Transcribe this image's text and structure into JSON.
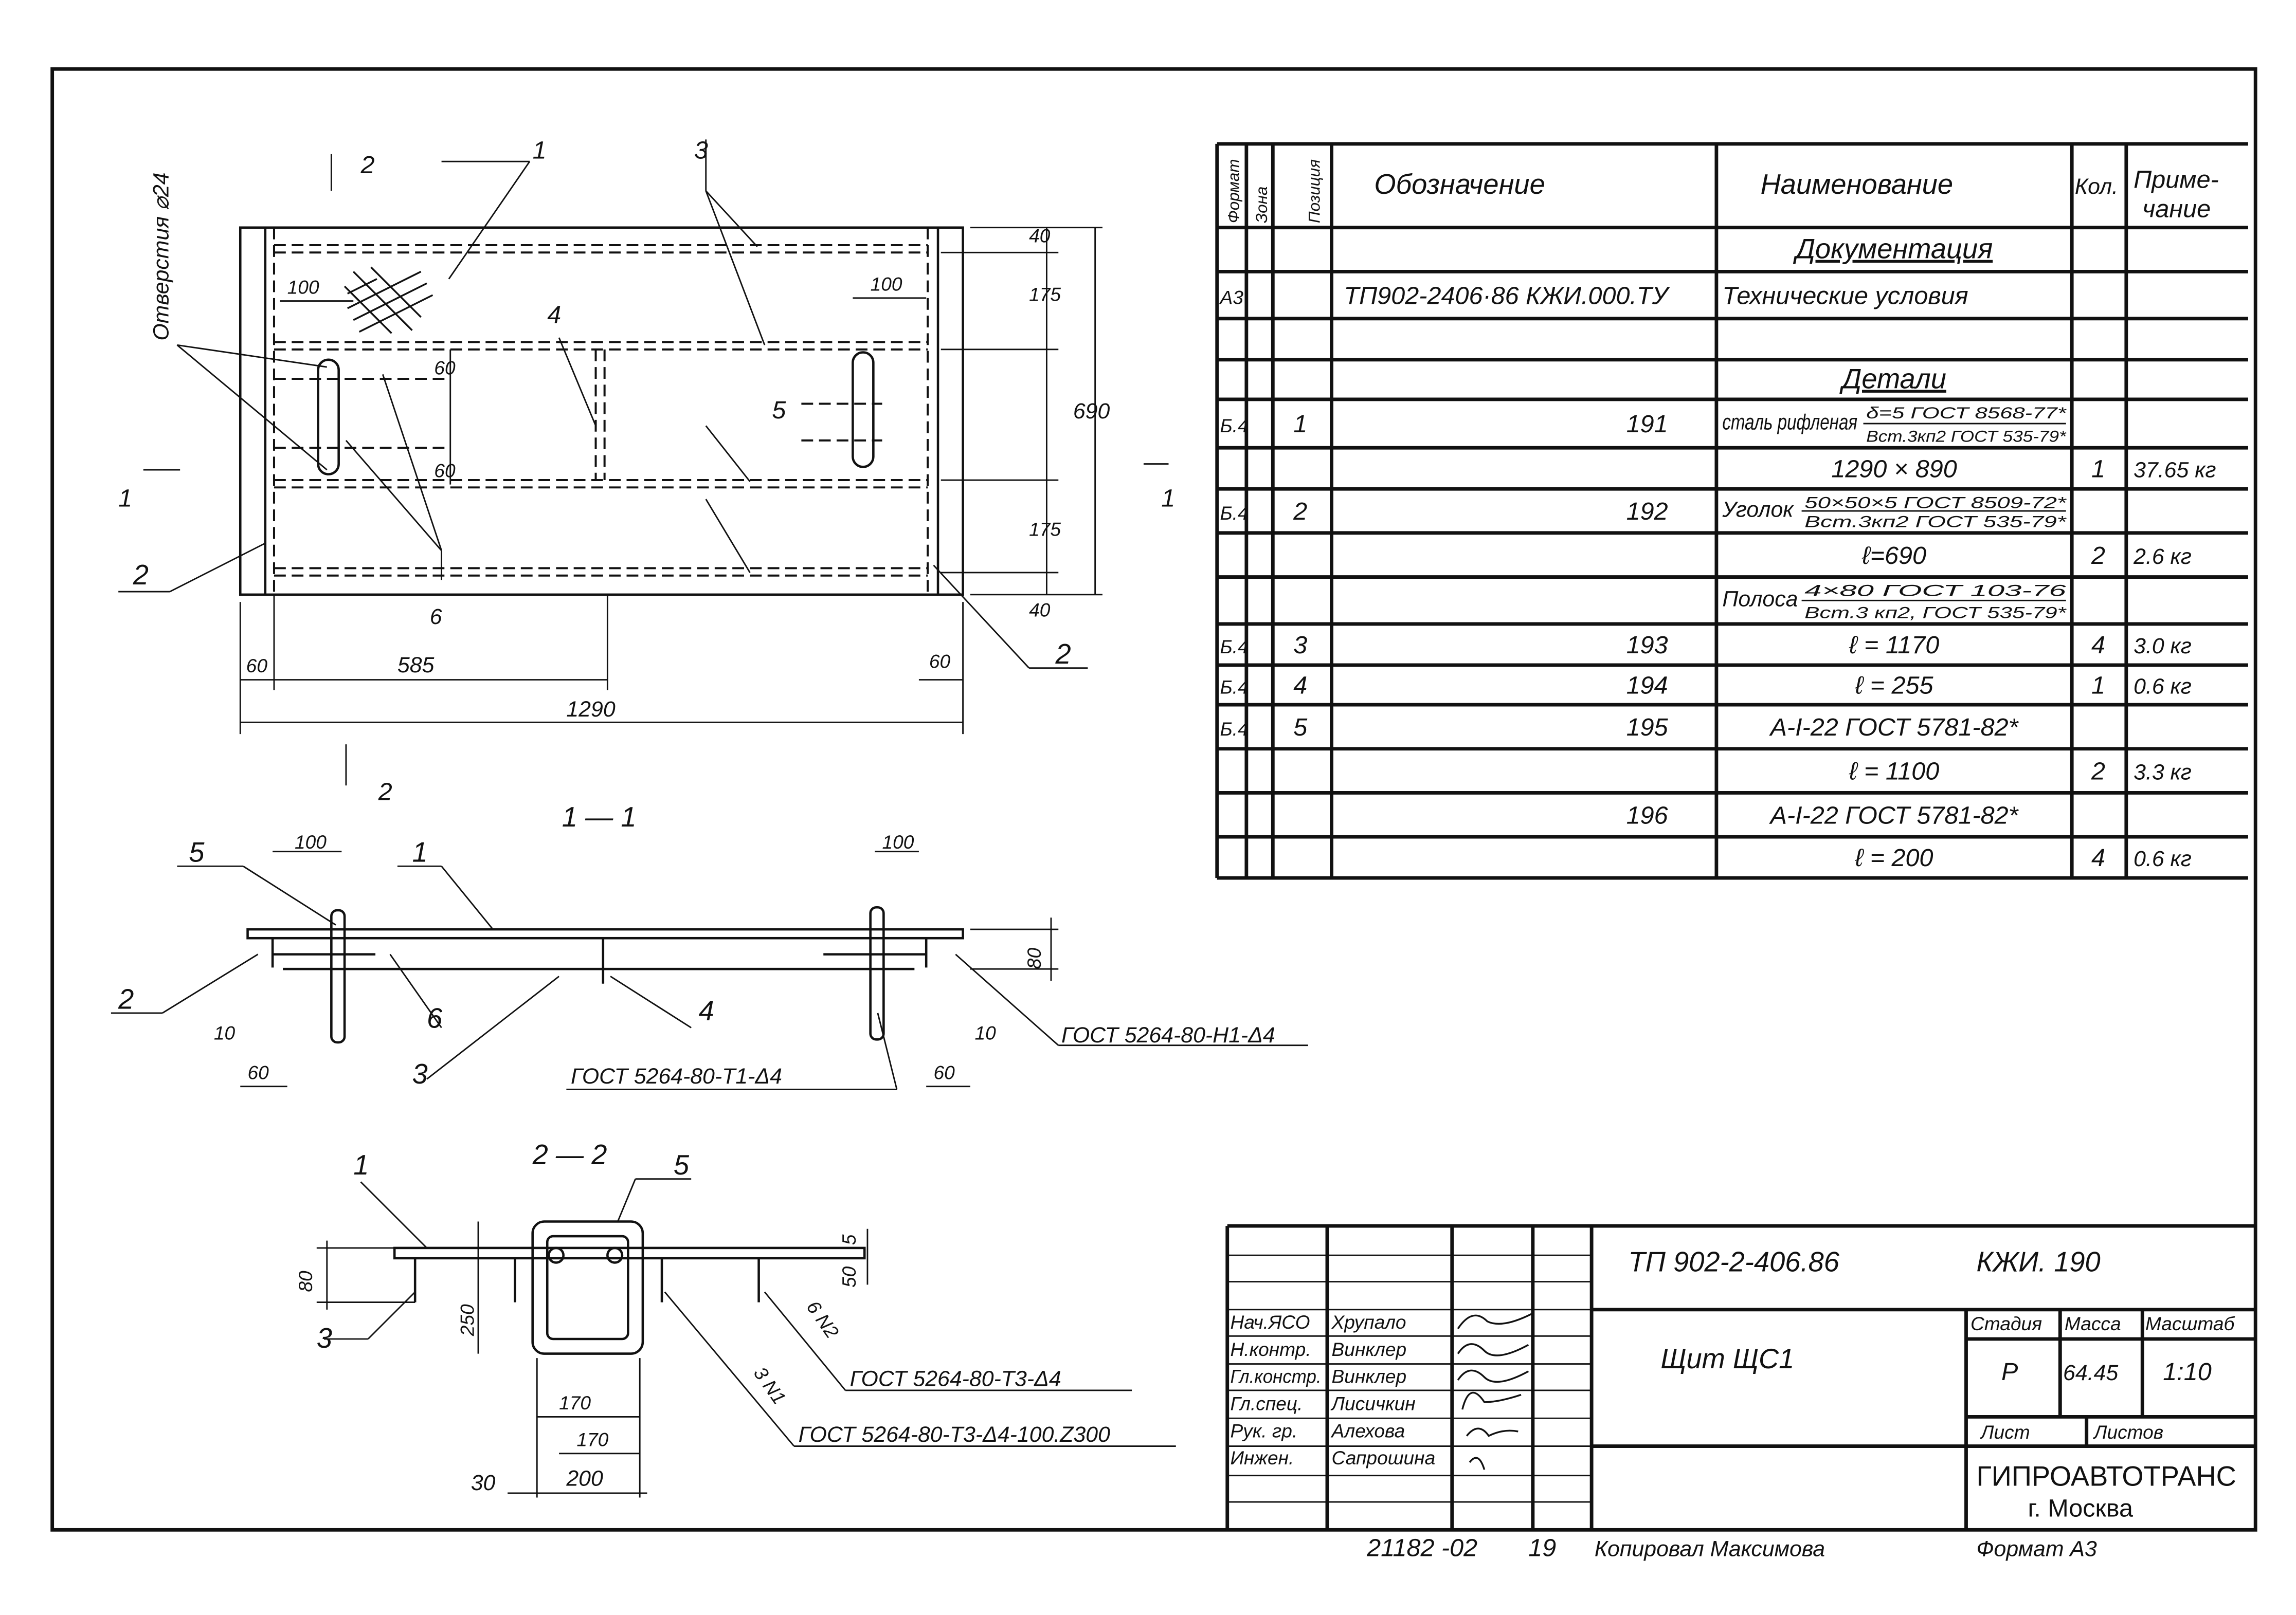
{
  "spec_table": {
    "headers": {
      "format": "Формат",
      "zone": "Зона",
      "position": "Позиция",
      "designation": "Обозначение",
      "name": "Наименование",
      "qty": "Кол.",
      "note1": "Приме-",
      "note2": "чание"
    },
    "rows": [
      {
        "format": "",
        "pos": "",
        "designation": "",
        "name": "Документация",
        "qty": "",
        "note": ""
      },
      {
        "format": "А3",
        "pos": "",
        "designation": "ТП902-2406·86 КЖИ.000.ТУ",
        "name": "Технические условия",
        "qty": "",
        "note": ""
      },
      {
        "format": "",
        "pos": "",
        "designation": "",
        "name": "",
        "qty": "",
        "note": ""
      },
      {
        "format": "",
        "pos": "",
        "designation": "",
        "name": "Детали",
        "qty": "",
        "note": ""
      },
      {
        "format": "Б.4",
        "pos": "1",
        "designation": "191",
        "name": "сталь рифленая",
        "name_top": "δ=5 ГОСТ 8568-77*",
        "name_bot": "Вст.3кп2 ГОСТ 535-79*",
        "qty": "",
        "note": ""
      },
      {
        "format": "",
        "pos": "",
        "designation": "",
        "name": "1290 × 890",
        "qty": "1",
        "note": "37.65 кг"
      },
      {
        "format": "Б.4",
        "pos": "2",
        "designation": "192",
        "name": "Уголок",
        "name_top": "50×50×5 ГОСТ 8509-72*",
        "name_bot": "Вст.3кп2 ГОСТ 535-79*",
        "qty": "",
        "note": ""
      },
      {
        "format": "",
        "pos": "",
        "designation": "",
        "name": "ℓ=690",
        "qty": "2",
        "note": "2.6 кг"
      },
      {
        "format": "",
        "pos": "",
        "designation": "",
        "name": "Полоса",
        "name_top": "4×80 ГОСТ 103-76",
        "name_bot": "Вст.3 кп2, ГОСТ 535-79*",
        "qty": "",
        "note": ""
      },
      {
        "format": "Б.4",
        "pos": "3",
        "designation": "193",
        "name": "ℓ = 1170",
        "qty": "4",
        "note": "3.0 кг"
      },
      {
        "format": "Б.4",
        "pos": "4",
        "designation": "194",
        "name": "ℓ = 255",
        "qty": "1",
        "note": "0.6 кг"
      },
      {
        "format": "Б.4",
        "pos": "5",
        "designation": "195",
        "name": "А-I-22 ГОСТ 5781-82*",
        "qty": "",
        "note": ""
      },
      {
        "format": "",
        "pos": "",
        "designation": "",
        "name": "ℓ = 1100",
        "qty": "2",
        "note": "3.3 кг"
      },
      {
        "format": "",
        "pos": "",
        "designation": "196",
        "name": "А-I-22 ГОСТ 5781-82*",
        "qty": "",
        "note": ""
      },
      {
        "format": "",
        "pos": "",
        "designation": "",
        "name": "ℓ = 200",
        "qty": "4",
        "note": "0.6 кг"
      }
    ]
  },
  "title_block": {
    "project": "ТП 902-2-406.86",
    "code": "КЖИ. 190",
    "title": "Щит ЩС1",
    "stage_label": "Стадия",
    "mass_label": "Масса",
    "scale_label": "Масштаб",
    "stage": "Р",
    "mass": "64.45",
    "scale": "1:10",
    "sheet_label": "Лист",
    "sheets_label": "Листов",
    "org1": "ГИПРОАВТОТРАНС",
    "org2": "г. Москва",
    "people": [
      {
        "role": "Нач.ЯСО",
        "name": "Хрупало"
      },
      {
        "role": "Н.контр.",
        "name": "Винклер"
      },
      {
        "role": "Гл.констр.",
        "name": "Винклер"
      },
      {
        "role": "Гл.спец.",
        "name": "Лисичкин"
      },
      {
        "role": "Рук. гр.",
        "name": "Алехова"
      },
      {
        "role": "Инжен.",
        "name": "Сапрошина"
      }
    ],
    "footer_number": "21182 -02",
    "footer_sheet": "19",
    "copied": "Копировал Максимова",
    "format": "Формат А3"
  },
  "plan": {
    "holes_label": "Отверстия ⌀24",
    "sec2": "2",
    "sec1": "1",
    "d100a": "100",
    "d100b": "100",
    "d60a": "60",
    "d60b": "60",
    "d40a": "40",
    "d175a": "175",
    "d690": "690",
    "d175b": "175",
    "d40b": "40",
    "d60l": "60",
    "d585": "585",
    "d60r": "60",
    "d1290": "1290",
    "p1": "1",
    "p2": "2",
    "p2b": "2",
    "p3": "3",
    "p4": "4",
    "p5": "5",
    "p6": "6"
  },
  "section11": {
    "title": "1 — 1",
    "d100a": "100",
    "d100b": "100",
    "d80": "80",
    "d10a": "10",
    "d60a": "60",
    "d10b": "10",
    "d60b": "60",
    "p5": "5",
    "p1": "1",
    "p2": "2",
    "p6": "6",
    "p3": "3",
    "p4": "4",
    "weld1": "ГОСТ 5264-80-Т1-Δ4",
    "weld2": "ГОСТ 5264-80-Н1-Δ4"
  },
  "section22": {
    "title": "2 — 2",
    "p1": "1",
    "p5": "5",
    "p3": "3",
    "d80": "80",
    "d250": "250",
    "d50": "50",
    "d5": "5",
    "d170a": "170",
    "d170b": "170",
    "d30": "30",
    "d200": "200",
    "l6n2": "6 N2",
    "l3n1": "3 N1",
    "weld1": "ГОСТ 5264-80-Т3-Δ4",
    "weld2": "ГОСТ 5264-80-Т3-Δ4-100.Z300"
  }
}
